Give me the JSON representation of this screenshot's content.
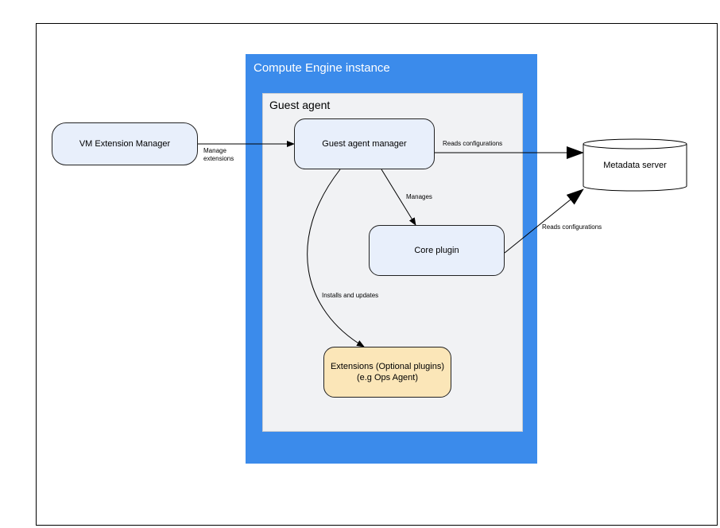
{
  "instance": {
    "title": "Compute Engine instance"
  },
  "guest_agent": {
    "title": "Guest agent"
  },
  "nodes": {
    "vm_extension_manager": "VM Extension Manager",
    "guest_agent_manager": "Guest agent manager",
    "core_plugin": "Core plugin",
    "extensions_line1": "Extensions (Optional plugins)",
    "extensions_line2": "(e.g  Ops Agent)",
    "metadata_server": "Metadata server"
  },
  "edges": {
    "manage_line1": "Manage",
    "manage_line2": "extensions",
    "reads_configurations_1": "Reads configurations",
    "manages": "Manages",
    "reads_configurations_2": "Reads configurations",
    "installs_and_updates": "Installs and updates"
  },
  "colors": {
    "instance_fill": "#3b8beb",
    "guest_agent_fill": "#f1f2f4",
    "node_blue": "#e8effb",
    "node_yellow": "#fbe6b8"
  }
}
